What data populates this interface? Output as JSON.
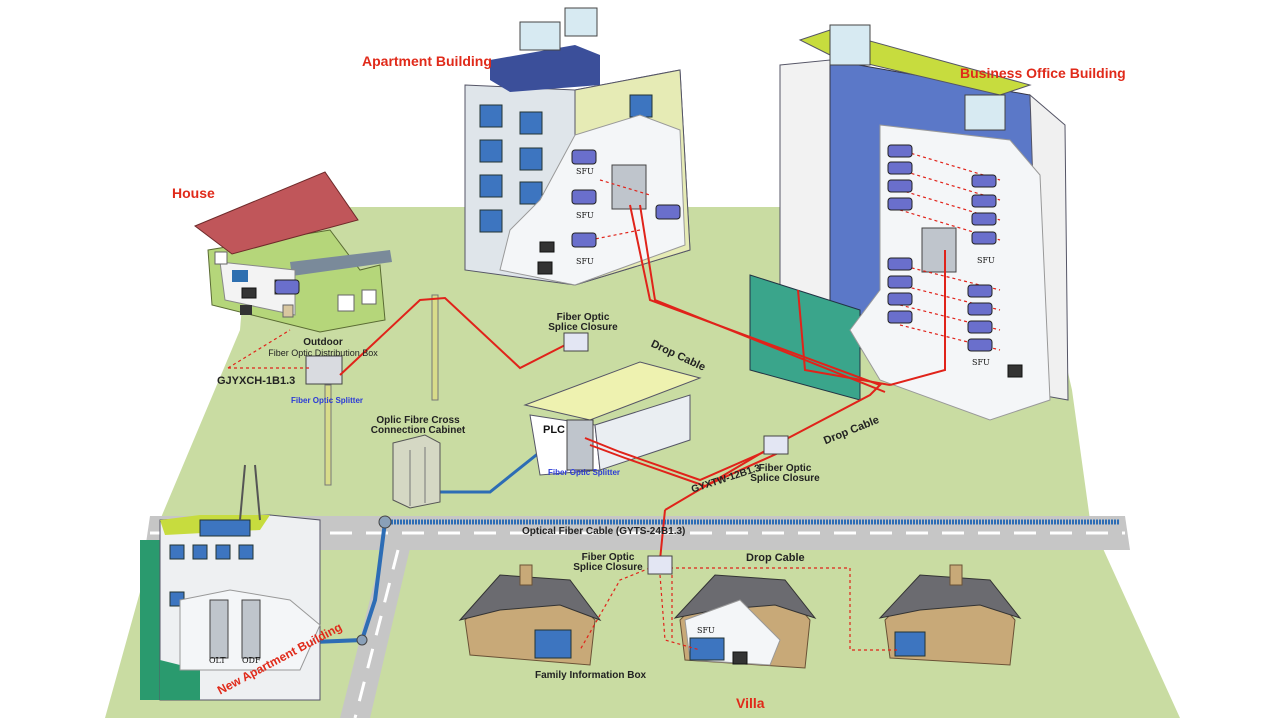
{
  "buildings": {
    "apartment": "Apartment Building",
    "business": "Business Office Building",
    "house": "House",
    "new_apartment": "New Apartment Building",
    "villa": "Villa"
  },
  "equipment": {
    "outdoor_box_line1": "Outdoor",
    "outdoor_box_line2": "Fiber Optic Distribution Box",
    "splitter": "Fiber Optic Splitter",
    "splitter_plc": "Fiber Optic Splitter",
    "closure_top_line1": "Fiber Optic",
    "closure_top_line2": "Splice Closure",
    "closure_mid_line1": "Fiber Optic",
    "closure_mid_line2": "Splice Closure",
    "closure_low_line1": "Fiber Optic",
    "closure_low_line2": "Splice Closure",
    "cabinet_line1": "Oplic Fibre Cross",
    "cabinet_line2": "Connection Cabinet",
    "plc": "PLC",
    "olt": "OLT",
    "odf": "ODF",
    "family_box": "Family Information Box",
    "sfu": "SFU"
  },
  "cables": {
    "gjyxch": "GJYXCH-1B1.3",
    "gyxtw": "GYXTW-12B1.3",
    "drop1": "Drop Cable",
    "drop2": "Drop Cable",
    "drop3": "Drop Cable",
    "optical": "Optical Fiber Cable (GYTS-24B1.3)"
  },
  "colors": {
    "ground": "#c9dca2",
    "road": "#c6c6c6",
    "fiber_red": "#e0231a",
    "fiber_blue": "#2d6db5",
    "title_red": "#e02a1a",
    "label_blue": "#2b3bd6"
  }
}
